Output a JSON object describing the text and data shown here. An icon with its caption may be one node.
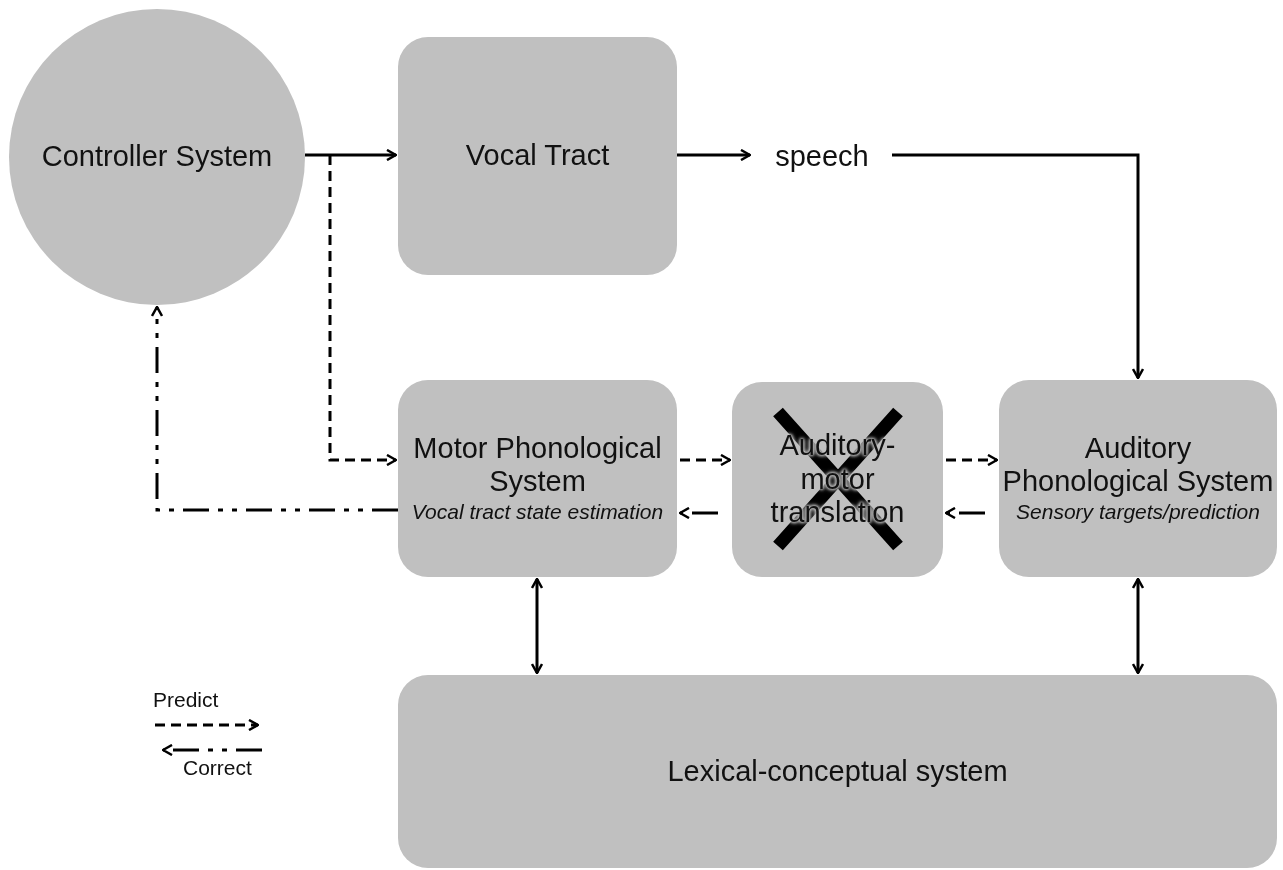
{
  "diagram": {
    "nodes": [
      {
        "text": [
          "Controller System"
        ]
      },
      {
        "text": [
          "Vocal Tract"
        ]
      },
      {
        "text": [
          "speech"
        ]
      },
      {
        "text": [
          "Motor Phonological System",
          "Vocal tract state estimation"
        ]
      },
      {
        "text": [
          "Auditory-motor translation"
        ]
      },
      {
        "text": [
          "Auditory Phonological System",
          "Sensory targets/prediction"
        ]
      },
      {
        "text": [
          "Lexical-conceptual system"
        ]
      }
    ],
    "edges": [
      {
        "from": 0,
        "to": 1,
        "arrow": "to"
      },
      {
        "from": 1,
        "to": 2,
        "arrow": "to"
      },
      {
        "from": 2,
        "to": 5,
        "arrow": "to"
      },
      {
        "from": 0,
        "to": 3,
        "arrow": "to",
        "style": "dashed"
      },
      {
        "from": 3,
        "to": 4,
        "arrow": "to",
        "style": "dashed"
      },
      {
        "from": 4,
        "to": 5,
        "arrow": "to",
        "style": "dashed"
      },
      {
        "from": 5,
        "to": 4,
        "arrow": "to",
        "style": "dashed"
      },
      {
        "from": 4,
        "to": 3,
        "arrow": "to",
        "style": "dashed"
      },
      {
        "from": 3,
        "to": 0,
        "arrow": "to",
        "style": "dashed"
      },
      {
        "from": 3,
        "to": 6,
        "arrow": "both"
      },
      {
        "from": 5,
        "to": 6,
        "arrow": "both"
      }
    ],
    "legend": [
      {
        "text": "Predict"
      },
      {
        "text": "Correct"
      }
    ]
  }
}
